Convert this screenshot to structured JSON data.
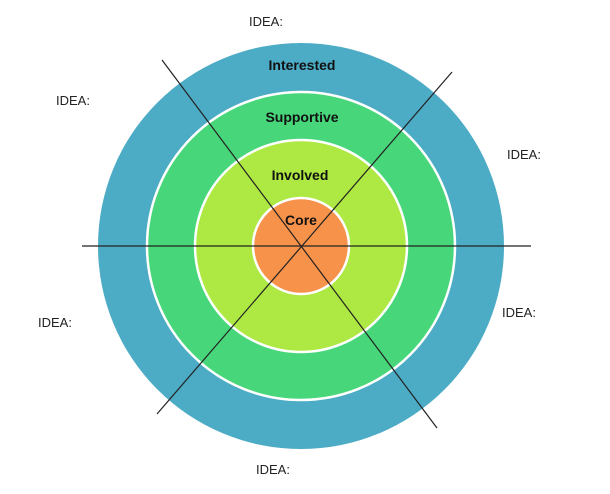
{
  "diagram": {
    "rings": [
      {
        "id": "interested",
        "label": "Interested",
        "color": "#4cabc5"
      },
      {
        "id": "supportive",
        "label": "Supportive",
        "color": "#47d67a"
      },
      {
        "id": "involved",
        "label": "Involved",
        "color": "#aee842"
      },
      {
        "id": "core",
        "label": "Core",
        "color": "#f7924a"
      }
    ],
    "ring_border_color": "#ffffff",
    "line_color": "#222222",
    "idea_labels": {
      "top": "IDEA:",
      "upper_left": "IDEA:",
      "upper_right": "IDEA:",
      "lower_left": "IDEA:",
      "lower_right": "IDEA:",
      "bottom": "IDEA:"
    }
  }
}
